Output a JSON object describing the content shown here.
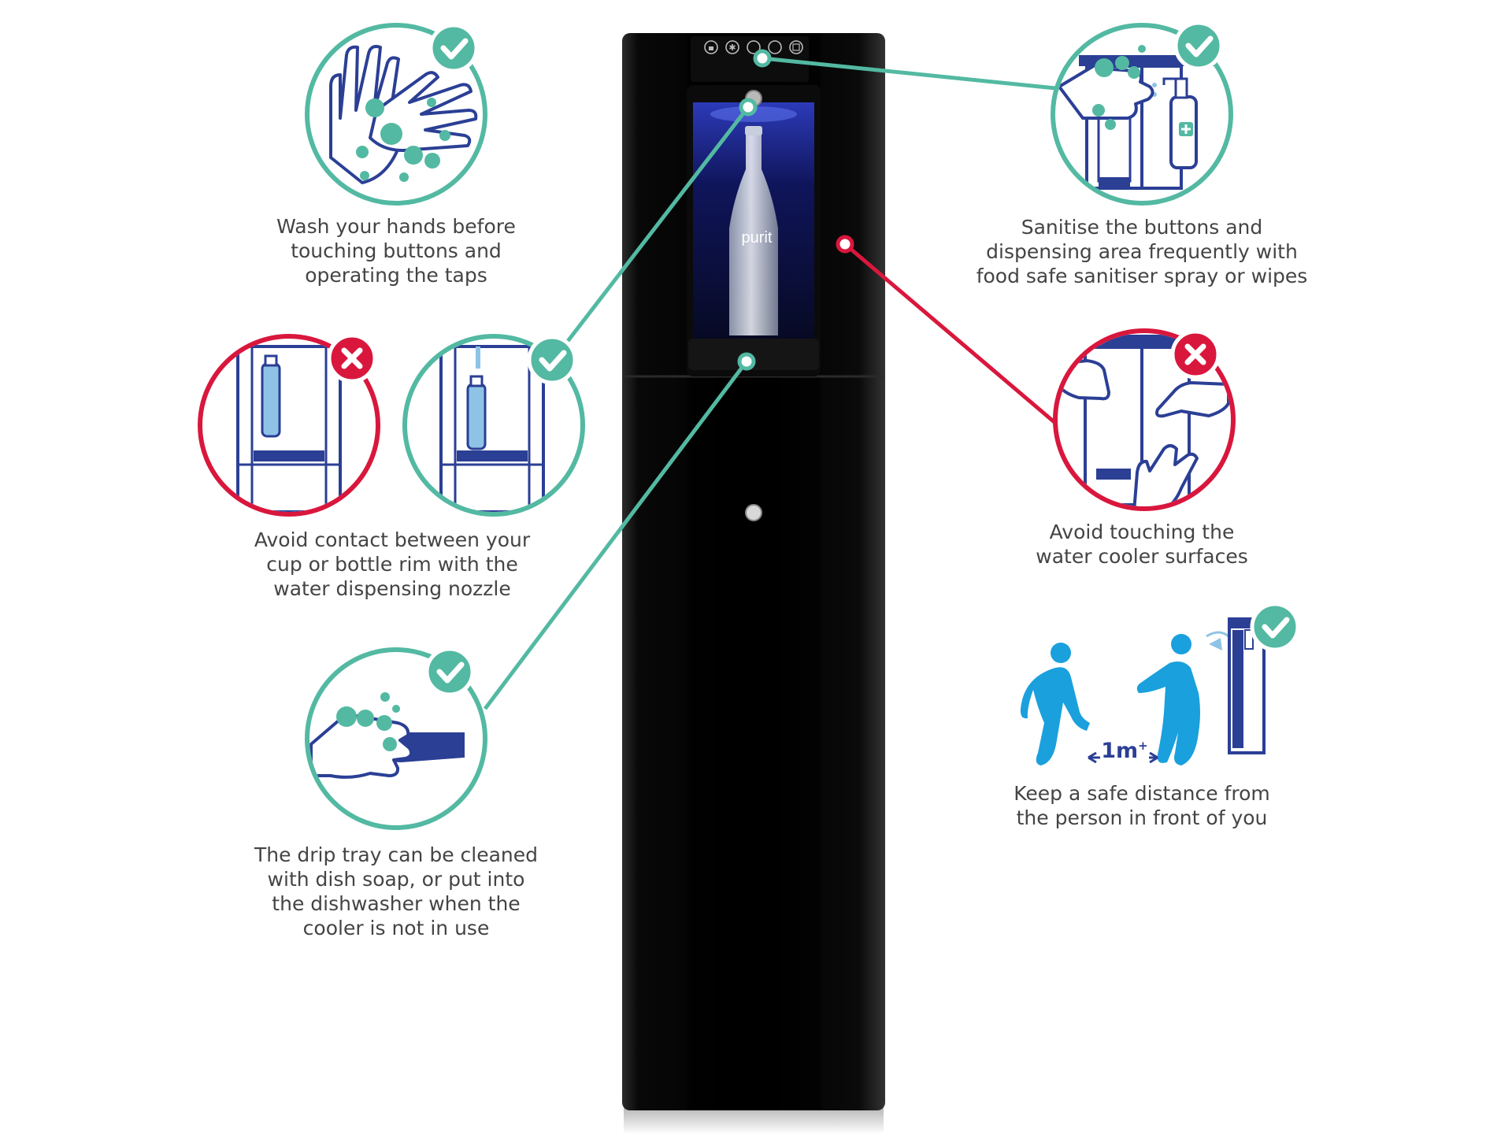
{
  "colors": {
    "ok": "#53b9a2",
    "bad": "#d9173d",
    "ink": "#2b3f95",
    "light": "#8fc3e6",
    "person": "#1aa0dd",
    "cooler_body": "#060606",
    "caption_text": "#444446"
  },
  "tips": [
    {
      "status": "do",
      "icon": "hand-washing-icon",
      "caption": "Wash your hands before\ntouching buttons and\noperating the taps"
    },
    {
      "status": "do",
      "icon": "sanitiser-spray-icon",
      "caption": "Sanitise the buttons and\ndispensing area frequently with\nfood safe sanitiser spray or wipes"
    },
    {
      "status": "dont-and-do",
      "icon": "bottle-under-nozzle-icon",
      "caption": "Avoid contact between your\ncup or bottle rim with the\nwater dispensing nozzle"
    },
    {
      "status": "dont",
      "icon": "hands-on-surface-icon",
      "caption": "Avoid touching the\nwater cooler surfaces"
    },
    {
      "status": "do",
      "icon": "drip-tray-cleaning-icon",
      "caption": "The drip tray can be cleaned\nwith dish soap, or put into\nthe dishwasher when the\ncooler is not in use"
    },
    {
      "status": "do",
      "icon": "social-distance-icon",
      "caption": "Keep a safe distance from\nthe person in front of you"
    }
  ],
  "distance_label": "1m+",
  "distance_label_parts": {
    "value": "1m",
    "suffix": "+"
  },
  "cooler": {
    "brand_text": "purit",
    "panel_icons": [
      "lock-icon",
      "snowflake-icon",
      "sparkle-icon",
      "co2-icon",
      "settings-icon"
    ]
  }
}
